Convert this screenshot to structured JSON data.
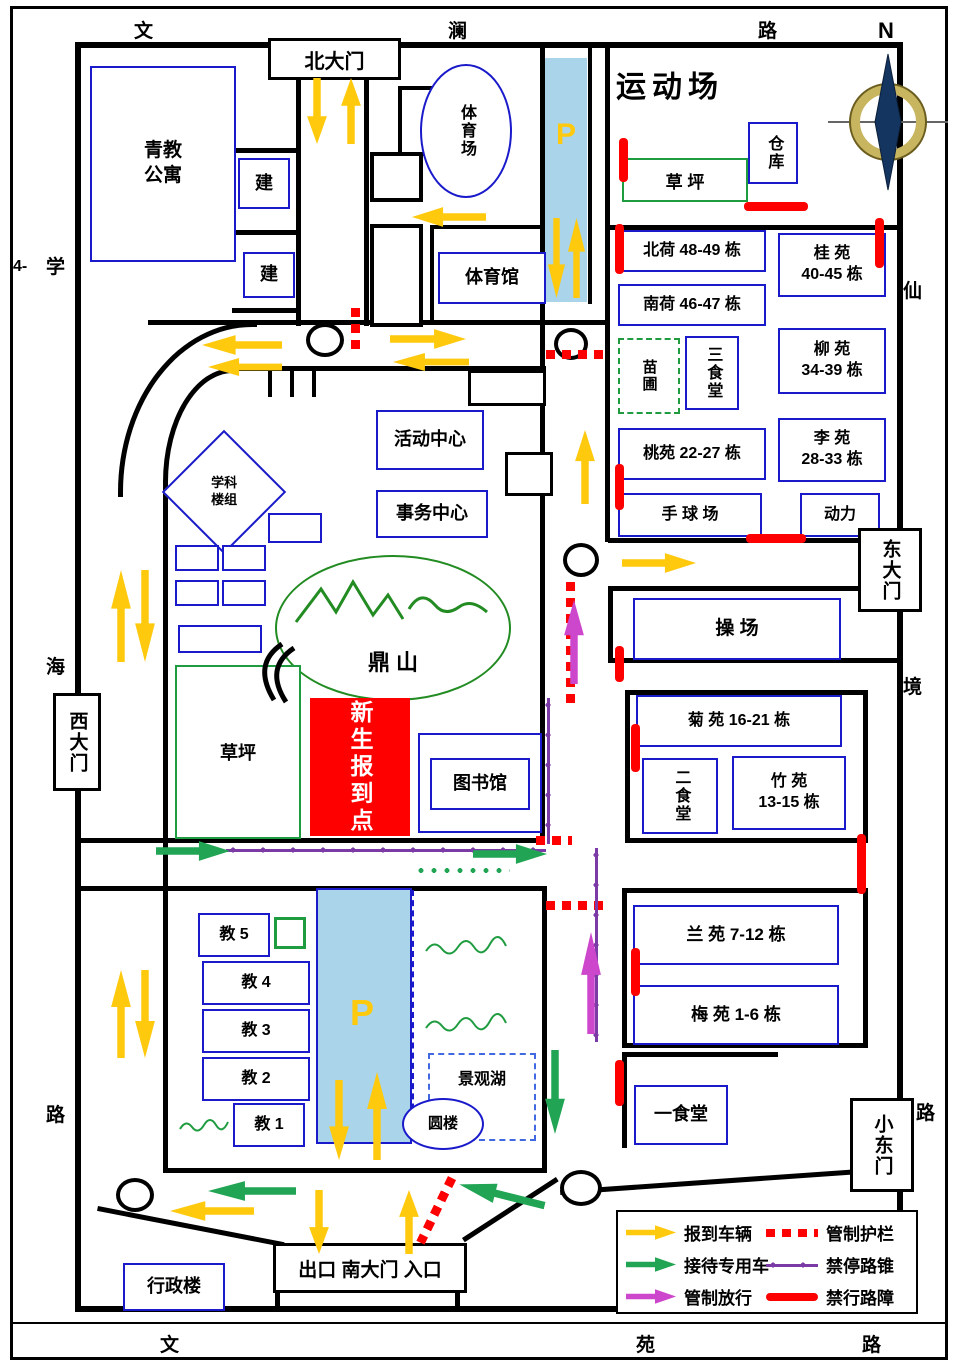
{
  "e": {
    "top": [
      "文",
      "澜",
      "路"
    ],
    "left": [
      "学",
      "海",
      "路"
    ],
    "right": [
      "仙",
      "境",
      "路"
    ],
    "bottom": [
      "文",
      "苑",
      "路"
    ],
    "marker": "4-"
  },
  "compass": {
    "label": "N"
  },
  "g": {
    "north": "北大门",
    "west": "西大门",
    "east": "东大门",
    "small_east": "小东门",
    "south": "出口 南大门 入口"
  },
  "a": {
    "sports_field": "体育场",
    "sports_ground": "运动场",
    "lawn_top": "草  坪",
    "nursery": "苗圃",
    "hill": "鼎   山",
    "lawn_mid": "草坪",
    "playground": "操  场",
    "lake": "景观湖",
    "registration": "新生报到点",
    "parking_top": "P",
    "parking_bottom": "P"
  },
  "b": {
    "qingjiao": "青教\n公寓",
    "jian_a": "建",
    "jian_b": "建",
    "cangku": "仓库",
    "tiyuguan": "体育馆",
    "beihe": "北荷 48-49 栋",
    "guiyuan": "桂 苑\n40-45 栋",
    "nanhe": "南荷 46-47 栋",
    "liuyuan": "柳 苑\n34-39 栋",
    "sanshitang": "三食堂",
    "taoyuan": "桃苑 22-27 栋",
    "liyuan": "李 苑\n28-33 栋",
    "shouqiuchang": "手 球 场",
    "dongli": "动力",
    "huodong": "活动中心",
    "shiwu": "事务中心",
    "xueke": "学科\n楼组",
    "juyuan": "菊 苑  16-21 栋",
    "ershitang": "二食堂",
    "zhuyuan": "竹 苑\n13-15 栋",
    "tushuguan": "图书馆",
    "jiao5": "教 5",
    "jiao4": "教 4",
    "jiao3": "教 3",
    "jiao2": "教 2",
    "jiao1": "教 1",
    "yuanlou": "圆楼",
    "lanyuan": "兰 苑  7-12 栋",
    "meiyuan": "梅 苑 1-6 栋",
    "yishitang": "一食堂",
    "xingzhenglou": "行政楼"
  },
  "legend": {
    "items": [
      {
        "label": "报到车辆",
        "symbol": "arrow",
        "color": "#FFC90E"
      },
      {
        "label": "接待专用车",
        "symbol": "arrow",
        "color": "#21A453"
      },
      {
        "label": "管制放行",
        "symbol": "arrow",
        "color": "#CC47CC"
      },
      {
        "label": "管制护栏",
        "symbol": "dotted-line",
        "color": "#FF0000"
      },
      {
        "label": "禁停路锥",
        "symbol": "cone-line",
        "color": "#7B3AA5"
      },
      {
        "label": "禁行路障",
        "symbol": "solid-bar",
        "color": "#FF0000"
      }
    ]
  },
  "colors": {
    "building_border": "#1A1ACB",
    "parking_fill": "#A9D4E9",
    "registration_fill": "#FF0000",
    "lawn_border": "#1F9C40",
    "arrow_yellow": "#FFC90E",
    "arrow_green": "#21A453",
    "arrow_magenta": "#CC47CC",
    "barrier_red": "#FF0000",
    "cone_purple": "#7B3AA5"
  }
}
